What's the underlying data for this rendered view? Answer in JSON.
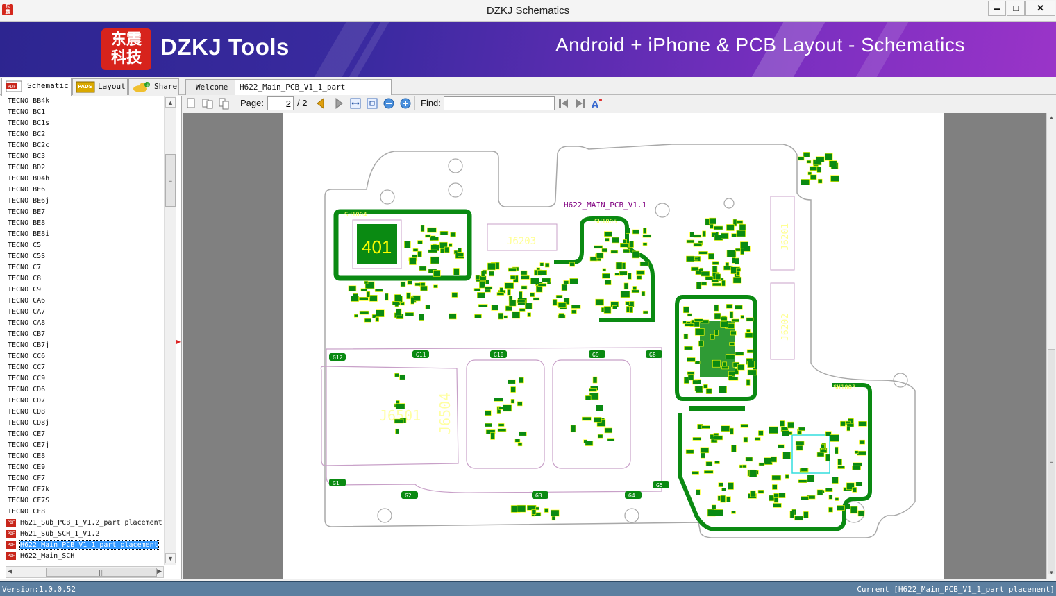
{
  "window": {
    "title": "DZKJ Schematics",
    "minimize": "▬",
    "maximize": "□",
    "close": "✕"
  },
  "banner": {
    "logo_cn_line1": "东震",
    "logo_cn_line2": "科技",
    "brand": "DZKJ Tools",
    "tagline": "Android + iPhone & PCB Layout - Schematics"
  },
  "left_tabs": [
    {
      "label": "Schematic",
      "icon_text": "PDF"
    },
    {
      "label": "Layout",
      "icon_text": "PADS"
    },
    {
      "label": "Share",
      "icon_text": ""
    }
  ],
  "doc_tabs": [
    {
      "label": "Welcome"
    },
    {
      "label": "H622_Main_PCB_V1_1_part placement",
      "close": "✕"
    }
  ],
  "models": [
    "TECNO BB4k",
    "TECNO BC1",
    "TECNO BC1s",
    "TECNO BC2",
    "TECNO BC2c",
    "TECNO BC3",
    "TECNO BD2",
    "TECNO BD4h",
    "TECNO BE6",
    "TECNO BE6j",
    "TECNO BE7",
    "TECNO BE8",
    "TECNO BE8i",
    "TECNO C5",
    "TECNO C5S",
    "TECNO C7",
    "TECNO C8",
    "TECNO C9",
    "TECNO CA6",
    "TECNO CA7",
    "TECNO CA8",
    "TECNO CB7",
    "TECNO CB7j",
    "TECNO CC6",
    "TECNO CC7",
    "TECNO CC9",
    "TECNO CD6",
    "TECNO CD7",
    "TECNO CD8",
    "TECNO CD8j",
    "TECNO CE7",
    "TECNO CE7j",
    "TECNO CE8",
    "TECNO CE9",
    "TECNO CF7",
    "TECNO CF7k",
    "TECNO CF7S",
    "TECNO CF8"
  ],
  "files": [
    {
      "name": "H621_Sub_PCB_1_V1.2_part placement",
      "icon": "PDF",
      "selected": false
    },
    {
      "name": "H621_Sub_SCH_1_V1.2",
      "icon": "PDF",
      "selected": false
    },
    {
      "name": "H622_Main_PCB_V1_1_part placement",
      "icon": "PDF",
      "selected": true
    },
    {
      "name": "H622_Main_SCH",
      "icon": "PDF",
      "selected": false
    }
  ],
  "toolbar": {
    "page_label": "Page:",
    "page_value": "2",
    "page_total": "/ 2",
    "find_label": "Find:",
    "find_value": ""
  },
  "board": {
    "title": "H622_MAIN_PCB_V1.1",
    "shield_labels": [
      "SH1004",
      "SH1005",
      "SH1003"
    ],
    "connectors": [
      "J6203",
      "J6201",
      "J6202",
      "J6501",
      "J6504"
    ],
    "chip_label": "401",
    "ground_pads": [
      "G12",
      "G11",
      "G10",
      "G9",
      "G8",
      "G1",
      "G2",
      "G3",
      "G4",
      "G5"
    ],
    "colors": {
      "copper": "#0a8a12",
      "silk": "#ffff00",
      "outline": "#c8a0c8",
      "board_edge": "#b0b0b0"
    }
  },
  "status": {
    "version": "Version:1.0.0.52",
    "current": "Current [H622_Main_PCB_V1_1_part placement]"
  }
}
